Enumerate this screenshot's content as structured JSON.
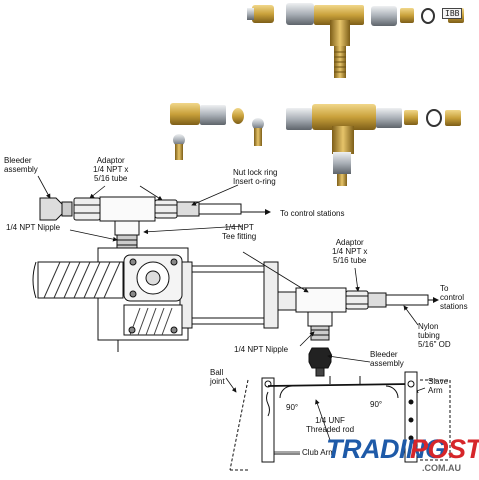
{
  "photo": {
    "badge": "IBB"
  },
  "labels": {
    "bleeder_assembly_top": "Bleeder\nassembly",
    "adaptor_top": "Adaptor\n1/4 NPT x\n5/16 tube",
    "nut_lock_ring": "Nut lock ring\nInsert o-ring",
    "to_control_stations_top": "To control stations",
    "npt_nipple_top": "1/4 NPT Nipple",
    "npt_tee": "1/4 NPT\nTee fitting",
    "adaptor_right": "Adaptor\n1/4 NPT x\n5/16 tube",
    "to_control_stations_right": "To\ncontrol\nstations",
    "nylon_tubing": "Nylon\ntubing\n5/16\" OD",
    "npt_nipple_bottom": "1/4 NPT Nipple",
    "bleeder_assembly_bottom": "Bleeder\nassembly",
    "ball_joint": "Ball\njoint",
    "slave_arm": "Slave\nArm",
    "angle_left": "90°",
    "angle_right": "90°",
    "threaded_rod": "1/4 UNF\nThreaded rod",
    "club_arm": "Club Arm"
  },
  "watermark": {
    "brand_a": "TRADING",
    "brand_b": "POST",
    "domain": ".COM.AU"
  },
  "colors": {
    "brass": "#c9a13b",
    "brass_dark": "#8a6a1e",
    "steel": "#b9bec4",
    "wm_blue": "#1e5aa8",
    "wm_red": "#d6262a"
  }
}
